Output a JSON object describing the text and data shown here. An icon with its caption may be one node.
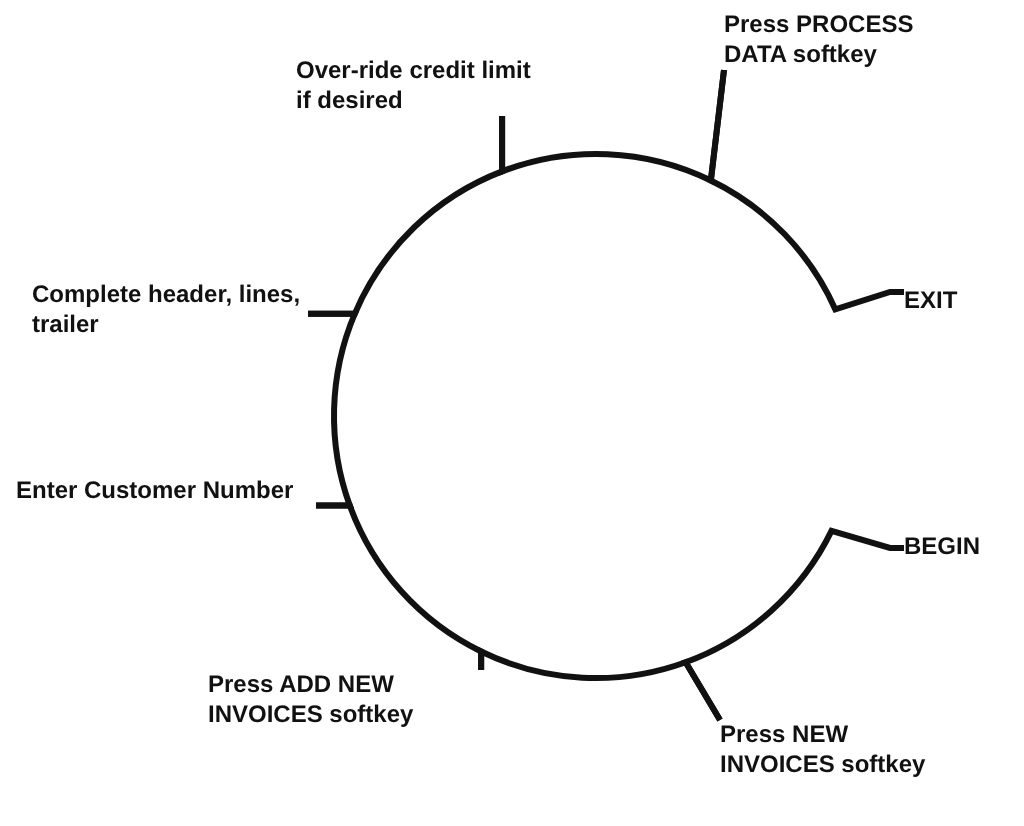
{
  "diagram": {
    "nodes": [
      {
        "text": [
          "Over-ride credit limit if desired"
        ]
      },
      {
        "text": [
          "Press PROCESS DATA softkey"
        ]
      },
      {
        "text": [
          "EXIT"
        ]
      },
      {
        "text": [
          "Complete header, lines, trailer"
        ]
      },
      {
        "text": [
          "Enter Customer Number"
        ]
      },
      {
        "text": [
          "BEGIN"
        ]
      },
      {
        "text": [
          "Press ADD NEW INVOICES softkey"
        ]
      },
      {
        "text": [
          "Press NEW INVOICES softkey"
        ]
      }
    ],
    "edges": [
      {
        "from": 5,
        "to": 7,
        "arrow": "none"
      },
      {
        "from": 7,
        "to": 6,
        "arrow": "none"
      },
      {
        "from": 6,
        "to": 4,
        "arrow": "none"
      },
      {
        "from": 4,
        "to": 3,
        "arrow": "none"
      },
      {
        "from": 3,
        "to": 0,
        "arrow": "none"
      },
      {
        "from": 0,
        "to": 1,
        "arrow": "none"
      },
      {
        "from": 1,
        "to": 2,
        "arrow": "none"
      }
    ]
  }
}
